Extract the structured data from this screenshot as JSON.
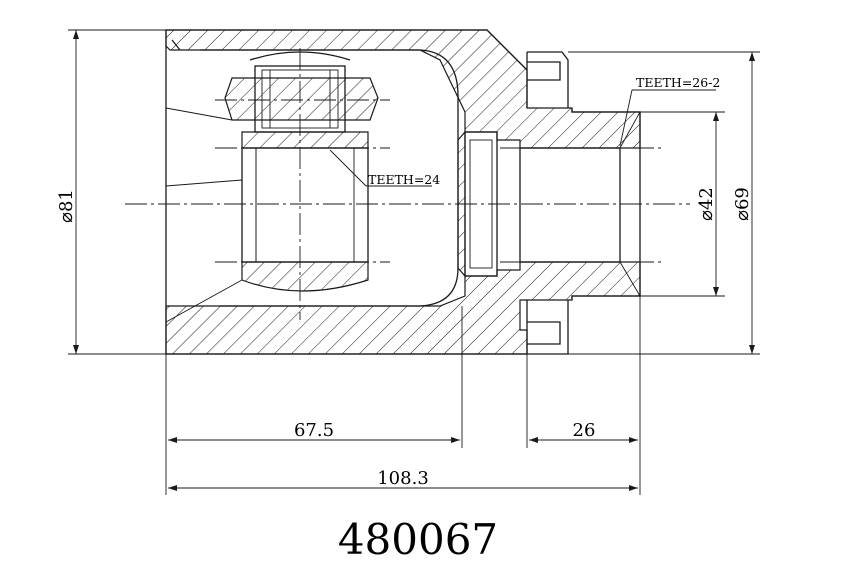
{
  "drawing": {
    "part_number": "480067",
    "dimensions": {
      "outer_diameter": "⌀81",
      "spline_diameter": "⌀42",
      "flange_diameter": "⌀69",
      "length_body": "67.5",
      "length_spline": "26",
      "length_total": "108.3"
    },
    "notes": {
      "inner_teeth": "TEETH=24",
      "outer_teeth": "TEETH=26-2"
    }
  }
}
